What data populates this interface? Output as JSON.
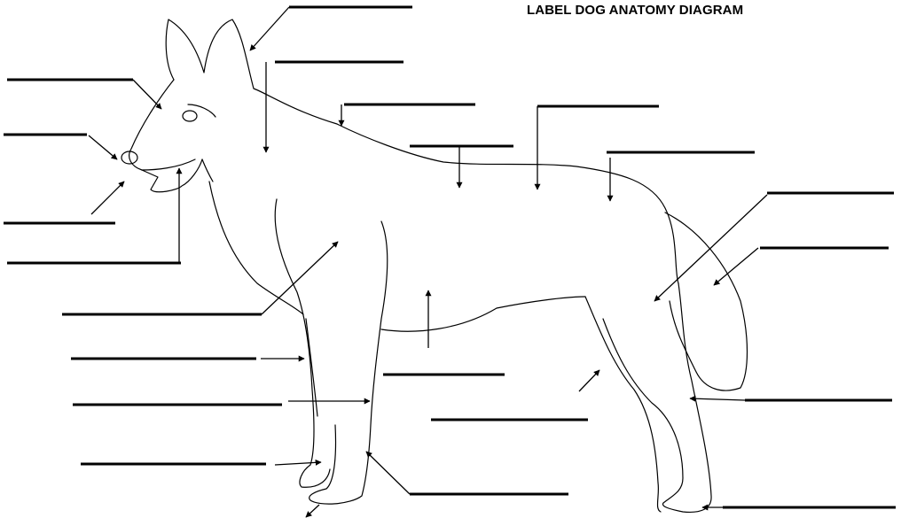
{
  "title": "LABEL DOG ANATOMY DIAGRAM",
  "colors": {
    "ink": "#000000",
    "background": "#ffffff"
  },
  "blank_labels": [
    {
      "id": "ear"
    },
    {
      "id": "forehead"
    },
    {
      "id": "neck-top"
    },
    {
      "id": "withers"
    },
    {
      "id": "back"
    },
    {
      "id": "loin"
    },
    {
      "id": "croup"
    },
    {
      "id": "thigh"
    },
    {
      "id": "tail"
    },
    {
      "id": "hock"
    },
    {
      "id": "rear-paw"
    },
    {
      "id": "stop"
    },
    {
      "id": "nose"
    },
    {
      "id": "lips"
    },
    {
      "id": "teeth"
    },
    {
      "id": "shoulder"
    },
    {
      "id": "elbow"
    },
    {
      "id": "wrist"
    },
    {
      "id": "front-paw"
    },
    {
      "id": "chest"
    },
    {
      "id": "pastern"
    },
    {
      "id": "stifle"
    },
    {
      "id": "foreleg-toes"
    },
    {
      "id": "dewclaw"
    }
  ]
}
